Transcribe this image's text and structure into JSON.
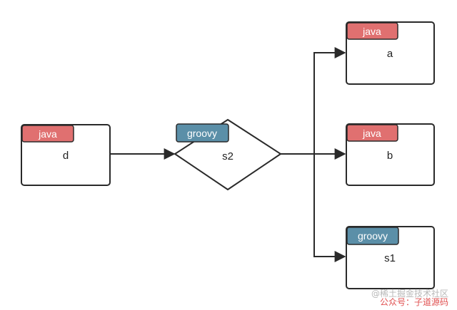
{
  "colors": {
    "java_tag": "#e07070",
    "groovy_tag": "#5b8fa8",
    "stroke": "#2a2a2a",
    "watermark": "#b8b8b8",
    "watermark_accent": "#e05050"
  },
  "nodes": {
    "d": {
      "tag": "java",
      "label": "d"
    },
    "s2": {
      "tag": "groovy",
      "label": "s2"
    },
    "a": {
      "tag": "java",
      "label": "a"
    },
    "b": {
      "tag": "java",
      "label": "b"
    },
    "s1": {
      "tag": "groovy",
      "label": "s1"
    }
  },
  "edges": [
    {
      "from": "d",
      "to": "s2"
    },
    {
      "from": "s2",
      "to": "a"
    },
    {
      "from": "s2",
      "to": "b"
    },
    {
      "from": "s2",
      "to": "s1"
    }
  ],
  "watermark": {
    "line1": "@稀土掘金技术社区",
    "line2": "公众号：子道源码"
  }
}
